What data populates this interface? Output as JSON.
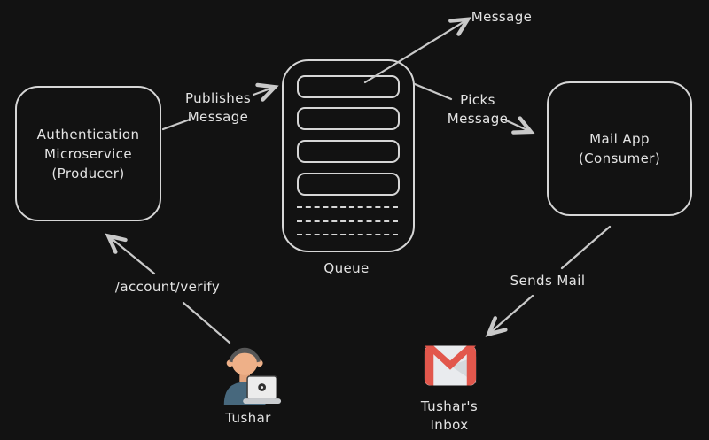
{
  "diagram": {
    "producer": {
      "lines": [
        "Authentication",
        "Microservice",
        "(Producer)"
      ]
    },
    "queue": {
      "label": "Queue"
    },
    "consumer": {
      "lines": [
        "Mail App",
        "(Consumer)"
      ]
    },
    "edges": {
      "message_top": "Message",
      "publishes": {
        "line1": "Publishes",
        "line2": "Message"
      },
      "picks": {
        "line1": "Picks",
        "line2": "Message"
      },
      "sends_mail": "Sends Mail",
      "account_verify": "/account/verify"
    },
    "actors": {
      "tushar": {
        "label": "Tushar"
      },
      "inbox": {
        "line1": "Tushar's",
        "line2": "Inbox"
      }
    },
    "colors": {
      "background": "#121212",
      "shape_stroke": "#d6d6d6",
      "arrow_stroke": "#c9c9c9",
      "text": "#e4e4e4",
      "gmail_red": "#e2574c",
      "envelope": "#e9ebee",
      "envelope_shade": "#d5d9dd",
      "shirt": "#47687d",
      "skin": "#eeb088",
      "hair": "#575757",
      "laptop": "#ececec"
    }
  }
}
